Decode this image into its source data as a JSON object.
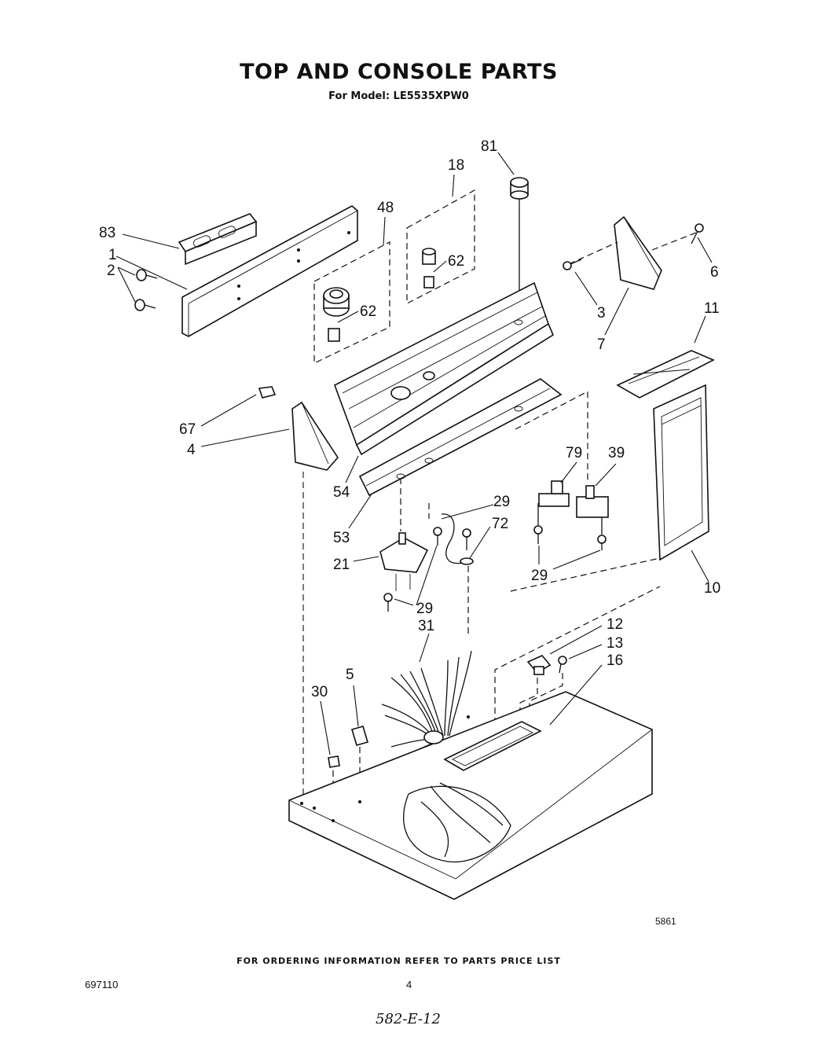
{
  "header": {
    "title": "TOP AND CONSOLE PARTS",
    "subtitle": "For Model: LE5535XPW0"
  },
  "diagram": {
    "callouts": [
      "83",
      "1",
      "2",
      "48",
      "18",
      "81",
      "62",
      "62",
      "3",
      "6",
      "7",
      "11",
      "67",
      "4",
      "54",
      "53",
      "79",
      "39",
      "29",
      "72",
      "21",
      "29",
      "29",
      "10",
      "12",
      "13",
      "16",
      "31",
      "5",
      "30"
    ],
    "figure_code": "5861"
  },
  "footer": {
    "ordering_note": "FOR ORDERING INFORMATION REFER TO PARTS PRICE LIST",
    "doc_number": "697110",
    "page_number": "4",
    "handwritten": "582-E-12"
  }
}
